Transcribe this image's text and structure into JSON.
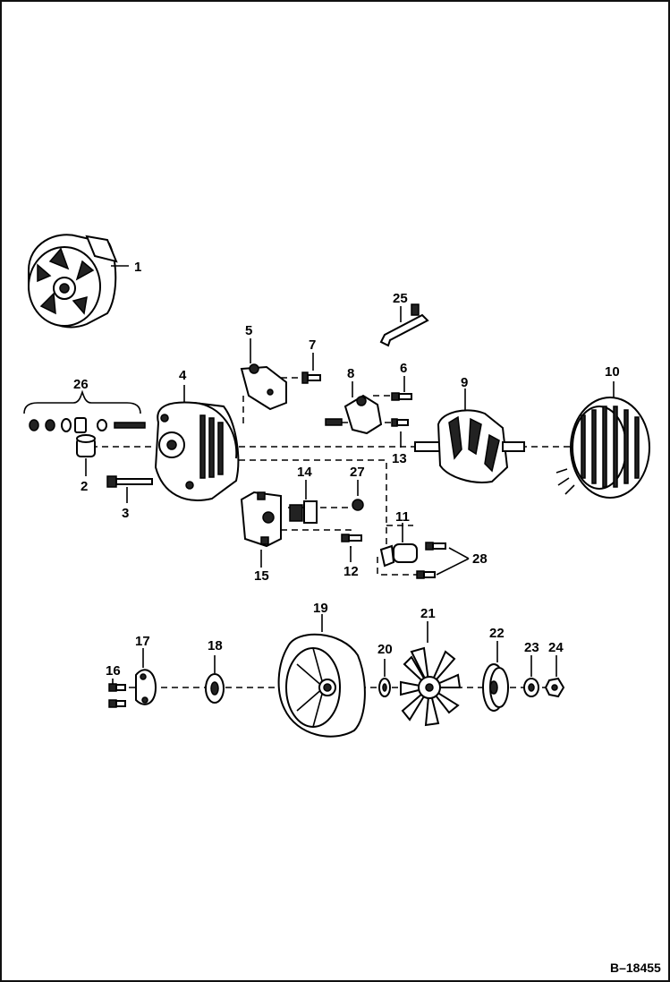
{
  "figure_code": "B–18455",
  "callouts": [
    "1",
    "2",
    "3",
    "4",
    "5",
    "6",
    "7",
    "8",
    "9",
    "10",
    "11",
    "12",
    "13",
    "14",
    "15",
    "16",
    "17",
    "18",
    "19",
    "20",
    "21",
    "22",
    "23",
    "24",
    "25",
    "26",
    "27",
    "28"
  ],
  "colors": {
    "ink": "#000000",
    "paper": "#ffffff"
  }
}
